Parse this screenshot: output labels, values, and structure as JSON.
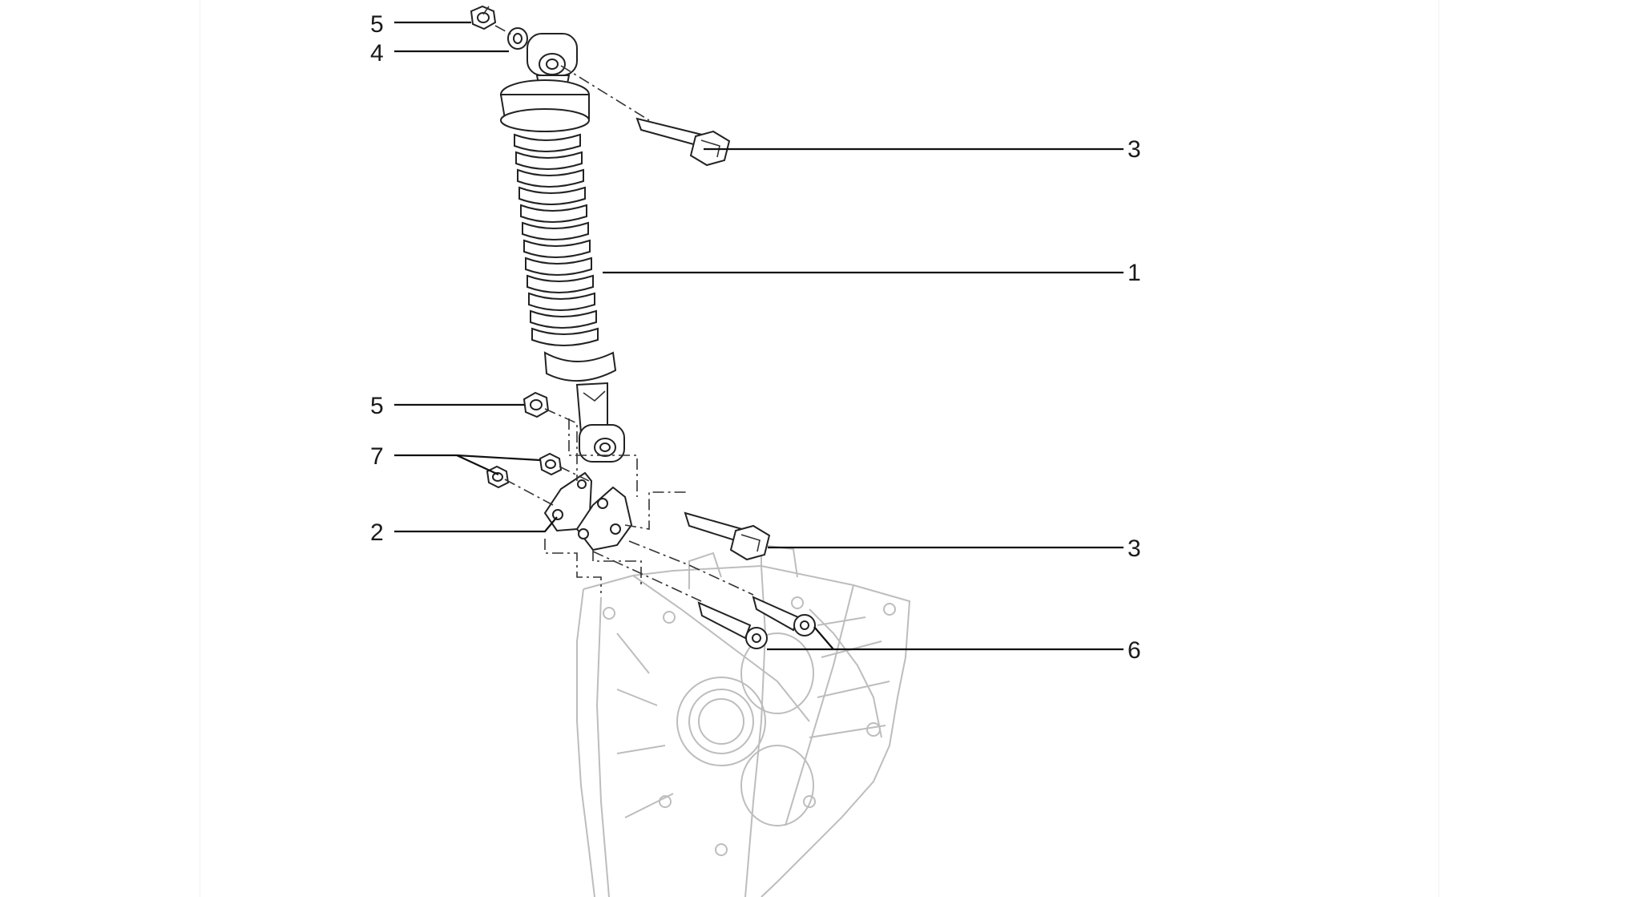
{
  "diagram": {
    "callouts": [
      {
        "id": "callout-5-top",
        "text": "5"
      },
      {
        "id": "callout-4",
        "text": "4"
      },
      {
        "id": "callout-3-top",
        "text": "3"
      },
      {
        "id": "callout-1",
        "text": "1"
      },
      {
        "id": "callout-5-mid",
        "text": "5"
      },
      {
        "id": "callout-7",
        "text": "7"
      },
      {
        "id": "callout-2",
        "text": "2"
      },
      {
        "id": "callout-3-bottom",
        "text": "3"
      },
      {
        "id": "callout-6",
        "text": "6"
      }
    ]
  }
}
